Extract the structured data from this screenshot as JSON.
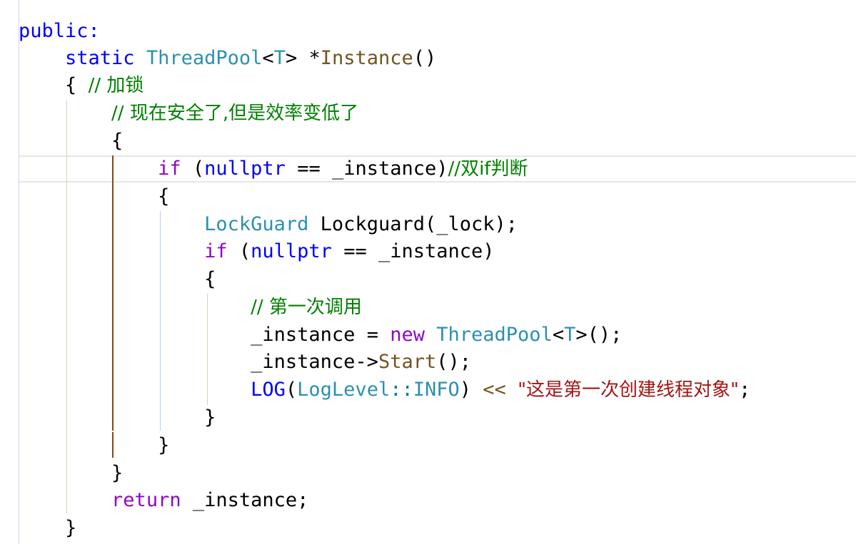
{
  "editor": {
    "lines": [
      {
        "text": "public:"
      },
      {
        "text": "    static ThreadPool<T> *Instance()"
      },
      {
        "text": "    { // 加锁"
      },
      {
        "text": "        // 现在安全了,但是效率变低了"
      },
      {
        "text": "        {"
      },
      {
        "text": "            if (nullptr == _instance)//双if判断"
      },
      {
        "text": "            {"
      },
      {
        "text": "                LockGuard Lockguard(_lock);"
      },
      {
        "text": "                if (nullptr == _instance)"
      },
      {
        "text": "                {"
      },
      {
        "text": "                    // 第一次调用"
      },
      {
        "text": "                    _instance = new ThreadPool<T>();"
      },
      {
        "text": "                    _instance->Start();"
      },
      {
        "text": "                    LOG(LogLevel::INFO) << \"这是第一次创建线程对象\";"
      },
      {
        "text": "                }"
      },
      {
        "text": "            }"
      },
      {
        "text": "        }"
      },
      {
        "text": "        return _instance;"
      },
      {
        "text": "    }"
      }
    ]
  },
  "tokens": {
    "l0": [
      "public:"
    ],
    "l1": [
      "static",
      "ThreadPool",
      "<",
      "T",
      ">",
      "*",
      "Instance",
      "()"
    ],
    "l2": [
      "{",
      "// 加锁"
    ],
    "l3": [
      "// 现在安全了,但是效率变低了"
    ],
    "l4": [
      "{"
    ],
    "l5": [
      "if",
      "(",
      "nullptr",
      "==",
      "_instance",
      ")",
      "//双if判断"
    ],
    "l6": [
      "{"
    ],
    "l7": [
      "LockGuard",
      "Lockguard",
      "(",
      "_lock",
      ");"
    ],
    "l8": [
      "if",
      "(",
      "nullptr",
      "==",
      "_instance",
      ")"
    ],
    "l9": [
      "{"
    ],
    "l10": [
      "// 第一次调用"
    ],
    "l11": [
      "_instance",
      "=",
      "new",
      "ThreadPool",
      "<",
      "T",
      ">",
      "();"
    ],
    "l12": [
      "_instance",
      "->",
      "Start",
      "();"
    ],
    "l13": [
      "LOG",
      "(",
      "LogLevel",
      "::",
      "INFO",
      ")",
      "<<",
      "\"这是第一次创建线程对象\"",
      ";"
    ],
    "l14": [
      "}"
    ],
    "l15": [
      "}"
    ],
    "l16": [
      "}"
    ],
    "l17": [
      "return",
      "_instance",
      ";"
    ],
    "l18": [
      "}"
    ]
  },
  "colors": {
    "keyword": "#0000ff",
    "control_keyword": "#8f08c4",
    "type": "#2b91af",
    "function": "#74531f",
    "comment": "#008000",
    "string": "#a31515",
    "operator": "#008080",
    "variable": "#1f377f",
    "active_scope_guide": "#8b4513",
    "scope_guide": "#c8d8b8"
  }
}
